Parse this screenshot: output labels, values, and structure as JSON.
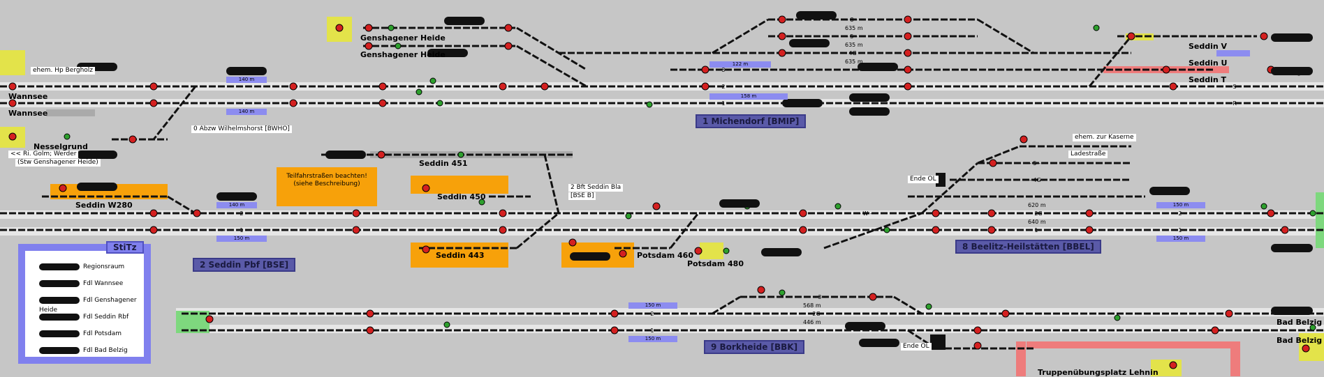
{
  "stations": {
    "wannsee_1": "Wannsee",
    "wannsee_2": "Wannsee",
    "nesselgrund": "Nesselgrund",
    "genshagener_1": "Genshagener Heide",
    "genshagener_2": "Genshagener Heide",
    "seddin_451": "Seddin 451",
    "seddin_450": "Seddin 450",
    "seddin_443": "Seddin 443",
    "seddin_w280": "Seddin W280",
    "potsdam_460": "Potsdam 460",
    "potsdam_480": "Potsdam 480",
    "seddin_v": "Seddin V",
    "seddin_u": "Seddin U",
    "seddin_t": "Seddin T",
    "bad_belzig_1": "Bad Belzig",
    "bad_belzig_2": "Bad Belzig",
    "truppen": "Truppenübungsplatz Lehnin"
  },
  "labels": {
    "bergholz": "ehem. Hp Bergholz",
    "abzw": "0  Abzw Wilhelmshorst [BWHO]",
    "golm": "<< Ri. Golm; Werder",
    "stw_gensh": "(Stw Genshagener Heide)",
    "kaserne": "ehem. zur Kaserne",
    "ladestrasse": "Ladestraße",
    "ende_ol_1": "Ende OL",
    "ende_ol_2": "Ende OL",
    "bft": "2 Bft Seddin Bla",
    "bft_code": "[BSE B]",
    "teilfahr": "Teilfahrstraßen beachten!",
    "teilfahr2": "(siehe Beschreibung)"
  },
  "areas": {
    "michendorf": "1  Michendorf [BMIP]",
    "seddin_pbf": "2  Seddin Pbf [BSE]",
    "beelitz": "8  Beelitz-Heilstätten [BBEL]",
    "borkheide": "9  Borkheide [BBK]"
  },
  "tracks": {
    "t8": "- 8 -",
    "t5": "- 5 -",
    "t4g": "- 4G -",
    "t3": "- 3 -",
    "t2": "- 2 -",
    "t1": "- 1 -",
    "ts": "- S -",
    "tr": "- R -",
    "tw": "- W -",
    "t2g": "- 2G -",
    "d635a": "635 m",
    "d635b": "635 m",
    "d635c": "635 m",
    "d140a": "140 m",
    "d140b": "140 m",
    "d158": "158 m",
    "d122": "122 m",
    "d620": "620 m",
    "d640": "640 m",
    "d150a": "150 m",
    "d150b": "150 m",
    "d568": "568 m",
    "d446": "446 m"
  },
  "legend": {
    "title": "StiTz",
    "rows": [
      "Regionsraum",
      "Fdl Wannsee",
      "Fdl Genshagener Heide",
      "Fdl Seddin Rbf",
      "Fdl Potsdam",
      "Fdl Bad Belzig"
    ]
  },
  "colors": {
    "track": "#111111",
    "signal_red": "#d42020",
    "signal_green": "#2ea02e",
    "yellow": "#e3e34a",
    "orange": "#f7a10a",
    "blue": "#8c8cf0",
    "pink": "#ee7c7c",
    "green_area": "#7ed87e"
  }
}
